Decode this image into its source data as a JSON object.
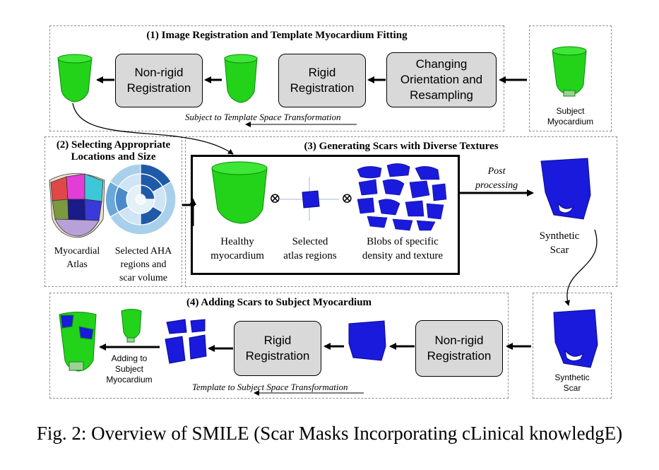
{
  "section1": {
    "title": "(1) Image Registration and Template Myocardium Fitting",
    "box_nonrigid": "Non-rigid\nRegistration",
    "box_rigid": "Rigid\nRegistration",
    "box_orient": "Changing\nOrientation and\nResampling",
    "transform_label": "Subject to Template Space Transformation",
    "subject_label": "Subject\nMyocardium"
  },
  "section2": {
    "title": "(2) Selecting Appropriate\nLocations and Size",
    "atlas_label": "Myocardial\nAtlas",
    "aha_label": "Selected AHA\nregions and\nscar volume"
  },
  "section3": {
    "title": "(3) Generating Scars with Diverse Textures",
    "healthy_label": "Healthy\nmyocardium",
    "atlas_regions_label": "Selected\natlas regions",
    "blobs_label": "Blobs of specific\ndensity and texture",
    "post_processing": "Post\nprocessing",
    "synthetic_scar": "Synthetic\nScar",
    "operator_symbol": "⊗"
  },
  "section4": {
    "title": "(4) Adding Scars to Subject Myocardium",
    "box_rigid": "Rigid\nRegistration",
    "box_nonrigid": "Non-rigid\nRegistration",
    "adding_label": "Adding to\nSubject\nMyocardium",
    "transform_label": "Template to Subject Space Transformation",
    "synthetic_scar": "Synthetic\nScar"
  },
  "caption": "Fig. 2: Overview of SMILE (Scar Masks Incorporating cLinical knowledgE)",
  "colors": {
    "myocardium": "#22d31a",
    "scar": "#1a1adc",
    "box_fill": "#d9d9d9",
    "dash_border": "#8f8f8f"
  }
}
